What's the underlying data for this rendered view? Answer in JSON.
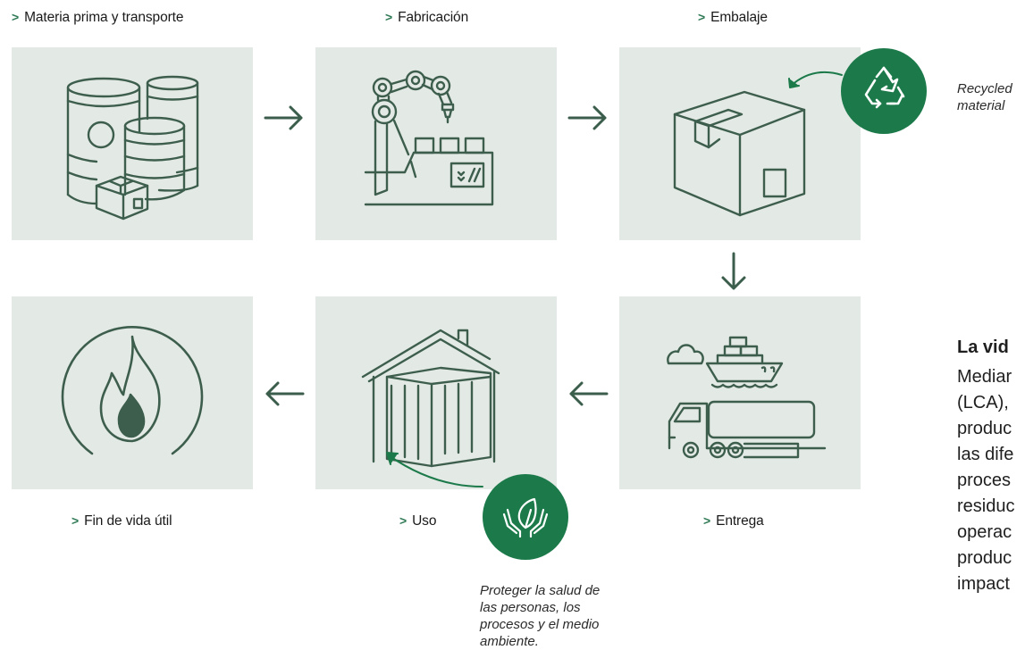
{
  "stages": {
    "raw_material": {
      "label": "Materia prima y transporte",
      "icon": "barrels-icon"
    },
    "manufacturing": {
      "label": "Fabricación",
      "icon": "robot-arm-factory-icon"
    },
    "packaging": {
      "label": "Embalaje",
      "icon": "box-icon"
    },
    "delivery": {
      "label": "Entrega",
      "icon": "ship-truck-icon"
    },
    "use": {
      "label": "Uso",
      "icon": "house-cabinet-icon"
    },
    "end_of_life": {
      "label": "Fin de vida útil",
      "icon": "flame-icon"
    }
  },
  "chevron": ">",
  "recycled_note": {
    "line1": "Recycled",
    "line2": "material"
  },
  "protect_note": {
    "line1": "Proteger la salud de",
    "line2": "las personas, los",
    "line3": "procesos y el medio",
    "line4": "ambiente."
  },
  "side_text": {
    "title": "La vid",
    "lines": [
      "Mediar",
      "(LCA),",
      "produc",
      "las dife",
      "proces",
      "residuc",
      "operac",
      "produc",
      "impact"
    ]
  },
  "colors": {
    "panel_bg": "#e3e9e5",
    "stroke": "#3d5e4d",
    "accent": "#1c7a4a",
    "arrow": "#3b5d4c"
  }
}
